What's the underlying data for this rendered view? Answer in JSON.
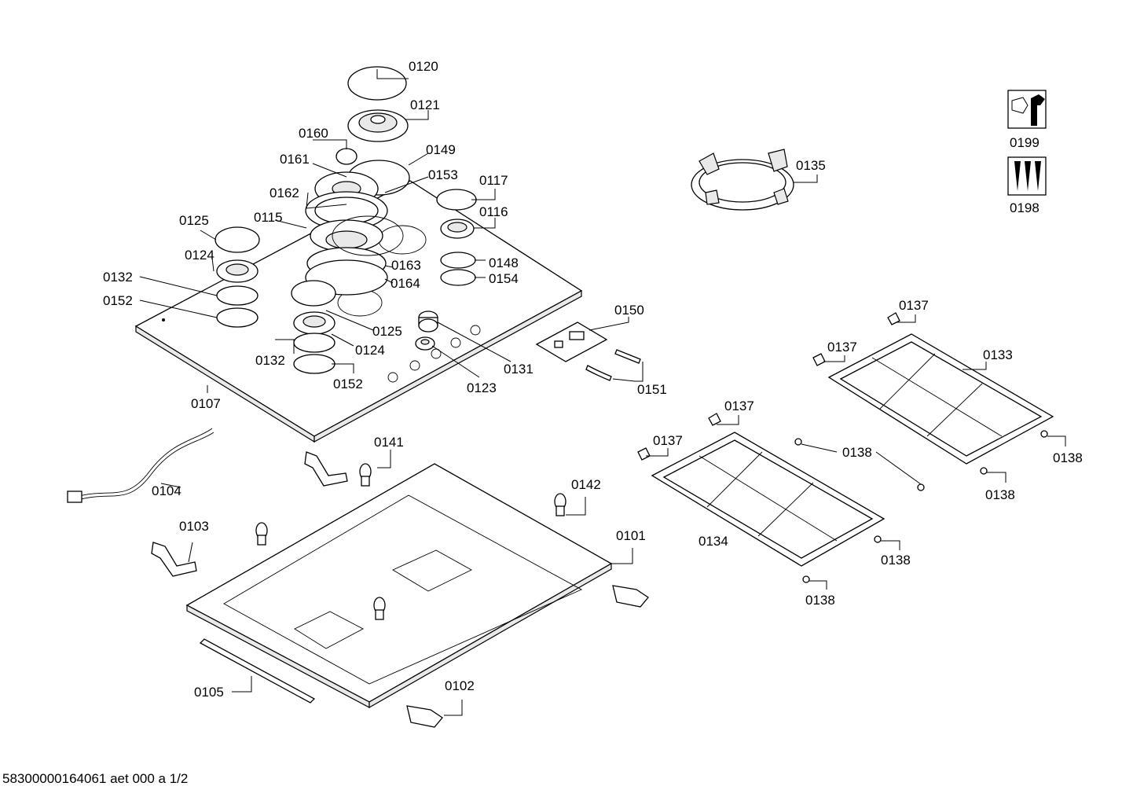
{
  "footer_text": "58300000164061 aet 000 a 1/2",
  "callouts": {
    "c0120": "0120",
    "c0121": "0121",
    "c0160": "0160",
    "c0149": "0149",
    "c0161": "0161",
    "c0153": "0153",
    "c0117": "0117",
    "c0162": "0162",
    "c0116": "0116",
    "c0125a": "0125",
    "c0115": "0115",
    "c0124a": "0124",
    "c0163": "0163",
    "c0148": "0148",
    "c0132a": "0132",
    "c0154": "0154",
    "c0164": "0164",
    "c0152a": "0152",
    "c0125b": "0125",
    "c0124b": "0124",
    "c0132b": "0132",
    "c0152b": "0152",
    "c0131": "0131",
    "c0123": "0123",
    "c0150": "0150",
    "c0151": "0151",
    "c0107": "0107",
    "c0135": "0135",
    "c0199": "0199",
    "c0198": "0198",
    "c0137a": "0137",
    "c0137b": "0137",
    "c0133": "0133",
    "c0137c": "0137",
    "c0137d": "0137",
    "c0138a": "0138",
    "c0138b": "0138",
    "c0138c": "0138",
    "c0138d": "0138",
    "c0138e": "0138",
    "c0134": "0134",
    "c0141": "0141",
    "c0104": "0104",
    "c0142": "0142",
    "c0103": "0103",
    "c0101": "0101",
    "c0105": "0105",
    "c0102": "0102"
  }
}
